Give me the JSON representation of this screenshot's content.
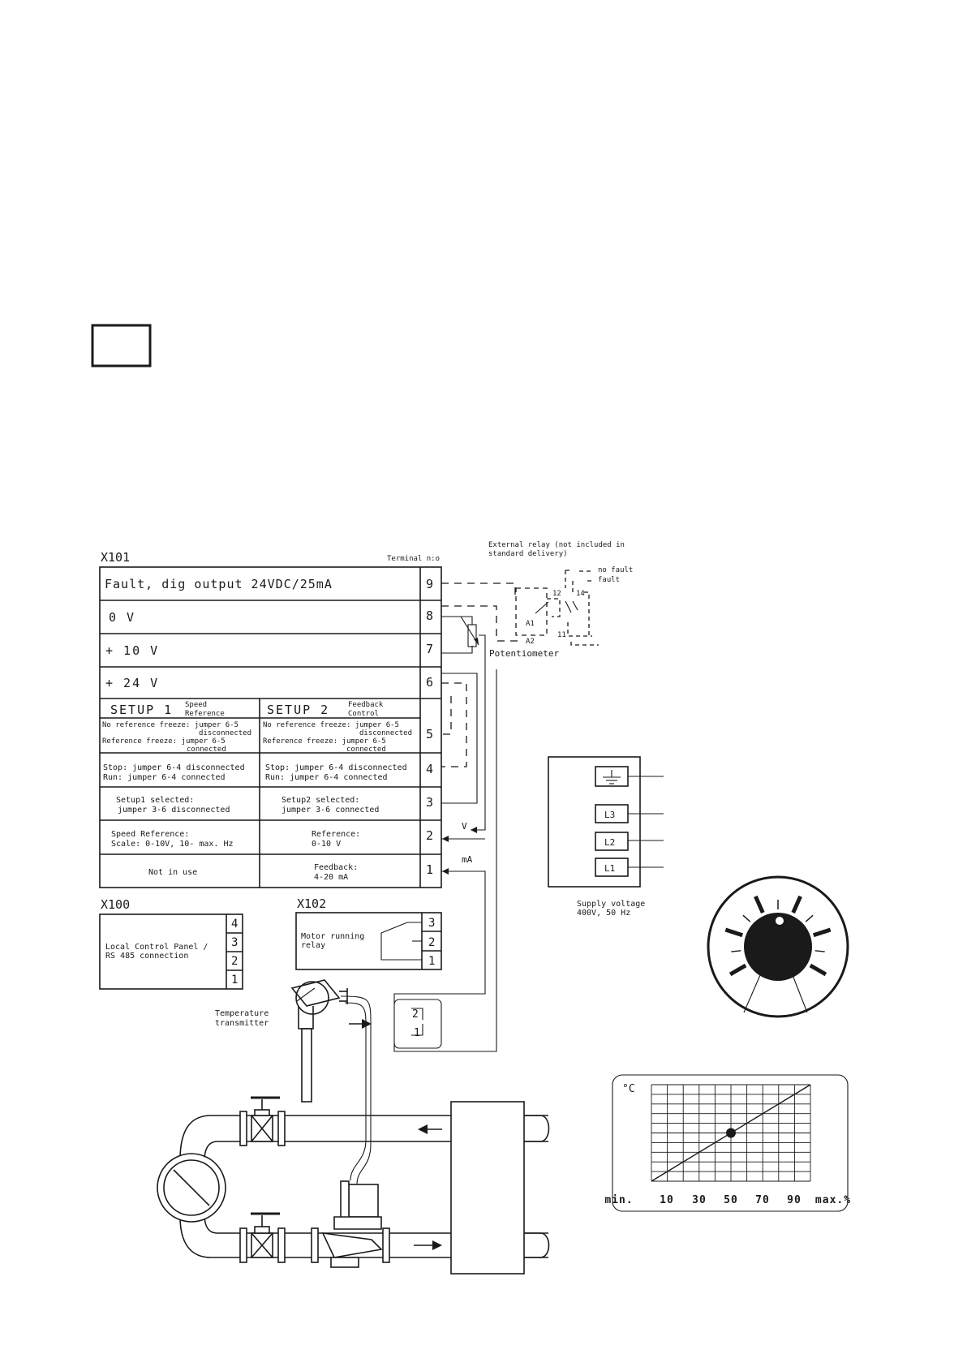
{
  "x101": {
    "title": "X101",
    "terminal_label": "Terminal n:o",
    "rows": [
      {
        "num": "9",
        "text": "Fault, dig output  24VDC/25mA"
      },
      {
        "num": "8",
        "text": "0 V"
      },
      {
        "num": "7",
        "text": "+ 10 V"
      },
      {
        "num": "6",
        "text": "+ 24 V"
      }
    ],
    "setup1": {
      "title": "SETUP 1",
      "sub1": "Speed",
      "sub2": "Reference"
    },
    "setup2": {
      "title": "SETUP 2",
      "sub1": "Feedback",
      "sub2": "Control"
    },
    "row5": {
      "num": "5",
      "left": [
        "No reference freeze: jumper 6-5",
        "disconnected",
        "Reference freeze: jumper 6-5",
        "connected"
      ],
      "right": [
        "No reference freeze: jumper 6-5",
        "disconnected",
        "Reference freeze: jumper 6-5",
        "connected"
      ]
    },
    "row4": {
      "num": "4",
      "left": [
        "Stop: jumper 6-4 disconnected",
        "Run: jumper 6-4 connected"
      ],
      "right": [
        "Stop: jumper 6-4 disconnected",
        "Run: jumper 6-4 connected"
      ]
    },
    "row3": {
      "num": "3",
      "left": [
        "Setup1 selected:",
        "jumper 3-6 disconnected"
      ],
      "right": [
        "Setup2 selected:",
        "jumper 3-6 connected"
      ]
    },
    "row2": {
      "num": "2",
      "left": [
        "Speed Reference:",
        "Scale: 0-10V, 10- max. Hz"
      ],
      "right": [
        "Reference:",
        "0-10 V"
      ]
    },
    "row1": {
      "num": "1",
      "left": [
        "Not in use"
      ],
      "right": [
        "Feedback:",
        "4-20 mA"
      ]
    }
  },
  "labels": {
    "v": "V",
    "ma": "mA",
    "potentiometer": "Potentiometer",
    "relay_l1": "External relay (not included in",
    "relay_l2": "standard delivery)",
    "no_fault": "no fault",
    "fault": "fault",
    "a1": "A1",
    "a2": "A2",
    "t12": "12",
    "t14": "14",
    "t11": "11",
    "temp1": "Temperature",
    "temp2": "transmitter",
    "supply1": "Supply voltage",
    "supply2": "400V, 50 Hz",
    "t_two": "2",
    "t_one": "1"
  },
  "x100": {
    "title": "X100",
    "text": [
      "Local Control Panel /",
      "RS 485 connection"
    ],
    "nums": [
      "4",
      "3",
      "2",
      "1"
    ]
  },
  "x102": {
    "title": "X102",
    "text": [
      "Motor running",
      "relay"
    ],
    "nums": [
      "3",
      "2",
      "1"
    ]
  },
  "supply": {
    "terminals": [
      "L3",
      "L2",
      "L1"
    ]
  },
  "chart_data": {
    "type": "line",
    "ylabel": "°C",
    "x_tick_labels": [
      "min.",
      "10",
      "30",
      "50",
      "70",
      "90",
      "max.%"
    ],
    "series": [
      {
        "x": [
          0,
          100
        ],
        "y": [
          0,
          100
        ]
      }
    ],
    "highlight_point": {
      "x": 50,
      "y": 50
    },
    "xlim": [
      0,
      100
    ],
    "ylim": [
      0,
      100
    ],
    "grid": true
  }
}
